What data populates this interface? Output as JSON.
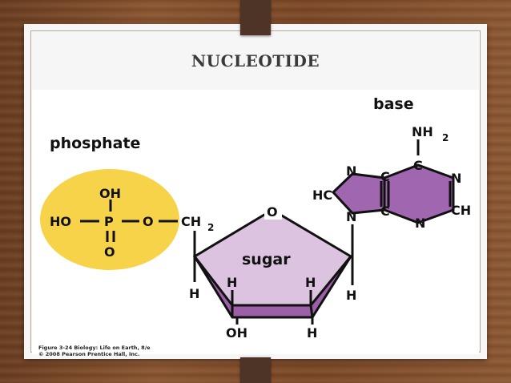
{
  "slide": {
    "title": "NUCLEOTIDE"
  },
  "diagram": {
    "labels": {
      "base": "base",
      "phosphate": "phosphate",
      "sugar": "sugar"
    },
    "phosphate": {
      "oh_top": "OH",
      "ho_left": "HO",
      "p": "P",
      "o_right": "O",
      "ch2": "CH",
      "ch2_sub": "2",
      "o_bottom": "O"
    },
    "sugar": {
      "ring_o": "O",
      "h_left_out": "H",
      "h_left_in": "H",
      "h_right_in": "H",
      "h_right_out": "H",
      "oh_bottom": "OH",
      "h_bottom": "H"
    },
    "base": {
      "nh": "NH",
      "nh_sub": "2",
      "c_top": "C",
      "n_right": "N",
      "ch_right": "CH",
      "n_bottom": "N",
      "c_mid_top": "C",
      "c_mid_bottom": "C",
      "n_top_left": "N",
      "hc_left": "HC",
      "n_bottom_left": "N"
    },
    "colors": {
      "phosphate_fill": "#f7d349",
      "sugar_fill": "#dcc3e0",
      "sugar_side": "#9c5fa8",
      "base_fill": "#a066b0"
    }
  },
  "credit": {
    "line1": "Figure 3-24 Biology: Life on Earth, 8/e",
    "line2": "© 2008 Pearson Prentice Hall, Inc."
  }
}
